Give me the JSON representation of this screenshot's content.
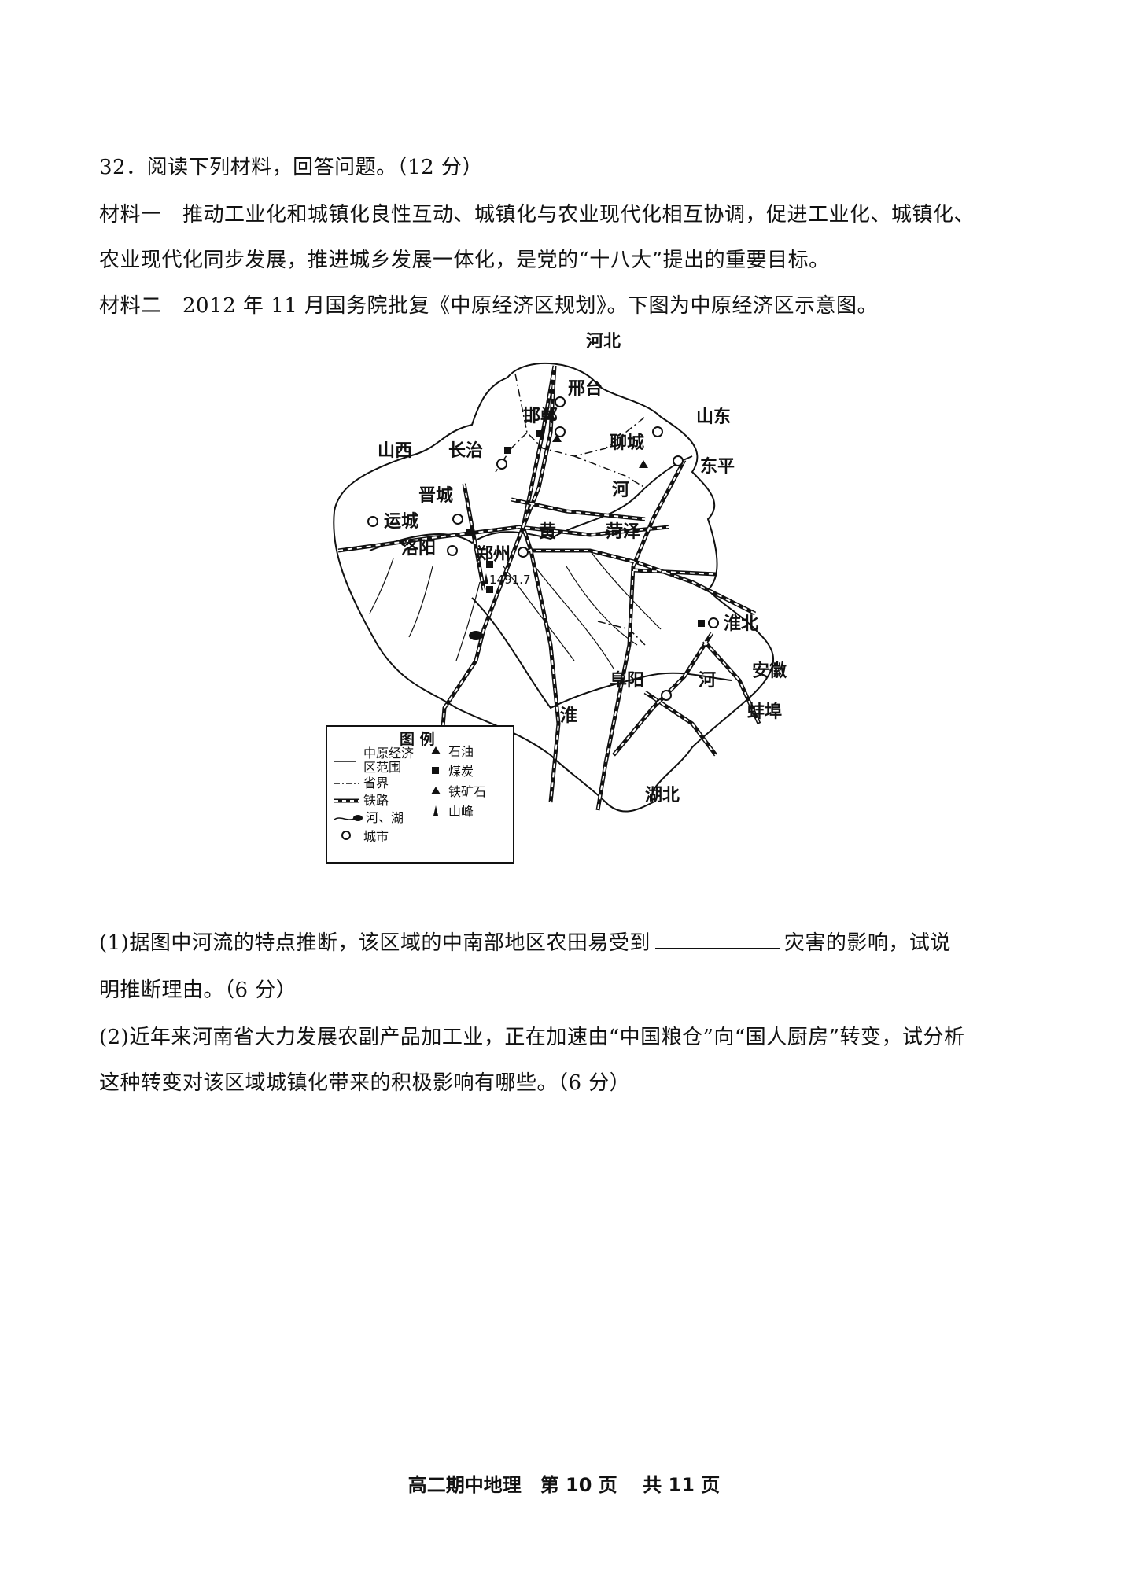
{
  "question": {
    "title": "32．阅读下列材料，回答问题。（12 分）",
    "material1_line1": "材料一　推动工业化和城镇化良性互动、城镇化与农业现代化相互协调，促进工业化、城镇化、",
    "material1_line2": "农业现代化同步发展，推进城乡发展一体化，是党的“十八大”提出的重要目标。",
    "material2": "材料二　2012 年 11 月国务院批复《中原经济区规划》。下图为中原经济区示意图。",
    "q1_part_a": "(1)据图中河流的特点推断，该区域的中南部地区农田易受到",
    "q1_part_b": "灾害的影响，试说",
    "q1_line2": "明推断理由。（6 分）",
    "q2_line1": "(2)近年来河南省大力发展农副产品加工业，正在加速由“中国粮仓”向“国人厨房”转变，试分析",
    "q2_line2": "这种转变对该区域城镇化带来的积极影响有哪些。（6 分）"
  },
  "map": {
    "labels": {
      "hebei": "河北",
      "xingtai": "邢台",
      "handan": "邯郸",
      "shandong": "山东",
      "shanxi": "山西",
      "changzhi": "长治",
      "liaocheng": "聊城",
      "dongping": "东平",
      "jincheng": "晋城",
      "he1": "河",
      "yuncheng": "运城",
      "huang": "黄",
      "heze": "菏泽",
      "luoyang": "洛阳",
      "zhengzhou": "郑州",
      "peak": "1491.7",
      "huaibei": "淮北",
      "anhui": "安徽",
      "fuyang": "阜阳",
      "he2": "河",
      "huai": "淮",
      "bengbu": "蚌埠",
      "hubei": "湖北"
    },
    "legend": {
      "title": "图 例",
      "boundary": "中原经济区范围",
      "boundary_l1": "中原经济",
      "boundary_l2": "区范围",
      "province": "省界",
      "railway": "铁路",
      "river": "河、湖",
      "city": "城市",
      "oil": "石油",
      "coal": "煤炭",
      "iron": "铁矿石",
      "peak": "山峰"
    }
  },
  "footer": "高二期中地理　第 10 页　 共 11 页"
}
